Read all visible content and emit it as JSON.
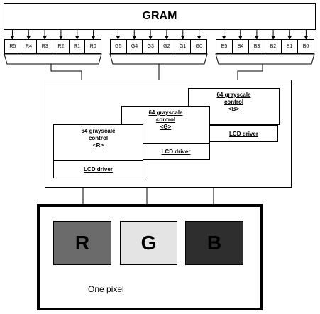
{
  "gram": {
    "label": "GRAM"
  },
  "bits": {
    "red": [
      "R5",
      "R4",
      "R3",
      "R2",
      "R1",
      "R0"
    ],
    "green": [
      "G5",
      "G4",
      "G3",
      "G2",
      "G1",
      "G0"
    ],
    "blue": [
      "B5",
      "B4",
      "B3",
      "B2",
      "B1",
      "B0"
    ]
  },
  "grayscale": {
    "red": {
      "line1": "64 grayscale",
      "line2": "control",
      "line3": "<R>"
    },
    "green": {
      "line1": "64 grayscale",
      "line2": "control",
      "line3": "<G>"
    },
    "blue": {
      "line1": "64 grayscale",
      "line2": "control",
      "line3": "<B>"
    }
  },
  "lcd_driver": {
    "red": "LCD driver",
    "green": "LCD driver",
    "blue": "LCD driver"
  },
  "pixel": {
    "red": {
      "label": "R",
      "color": "#6b6b6b"
    },
    "green": {
      "label": "G",
      "color": "#e4e4e4"
    },
    "blue": {
      "label": "B",
      "color": "#2e2e2e"
    },
    "caption": "One pixel"
  }
}
